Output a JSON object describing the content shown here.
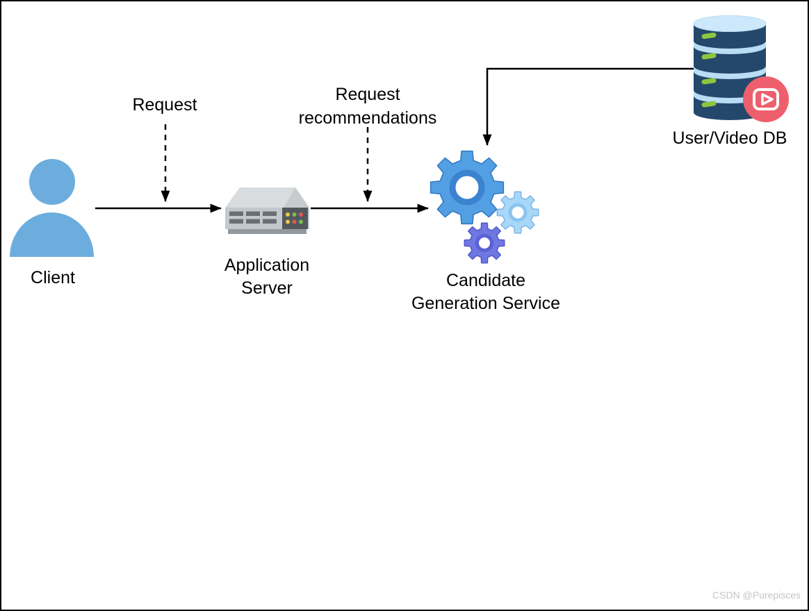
{
  "page": {
    "type": "architecture-diagram",
    "background": "#ffffff"
  },
  "nodes": {
    "client": {
      "label": "Client",
      "icon": "person-icon"
    },
    "app_server": {
      "label": "Application Server",
      "icon": "server-icon"
    },
    "candidate_service": {
      "label": "Candidate Generation Service",
      "icon": "gears-icon"
    },
    "user_video_db": {
      "label": "User/Video DB",
      "icon": "database-video-icon"
    }
  },
  "edges": {
    "client_to_server": {
      "type": "solid-arrow-right"
    },
    "server_to_service": {
      "type": "solid-arrow-right"
    },
    "db_to_service": {
      "type": "elbow-arrow-down"
    },
    "request_annotation": {
      "label": "Request",
      "type": "dashed-arrow-down"
    },
    "recommendations_annotation": {
      "label": "Request recommendations",
      "type": "dashed-arrow-down"
    }
  },
  "watermark": "CSDN @Purepisces",
  "colors": {
    "background": "#ffffff",
    "border_black": "#000000",
    "line_black": "#000000",
    "text_black": "#000000",
    "watermark_gray": "#c4c4c4",
    "person_blue": "#6cadde",
    "gear_blue": "#539fe3",
    "gear_blue_dark": "#3b82cf",
    "gear_blue_stroke": "#2e76c2",
    "gear_light": "#a8d7f8",
    "gear_light_dark": "#8ac4ef",
    "gear_light_stroke": "#7ab5e6",
    "gear_purple": "#6f77e0",
    "gear_purple_dark": "#5a61d6",
    "gear_purple_stroke": "#4f57cc",
    "server_top": "#d8dcdf",
    "server_top_shade": "#c6cbcf",
    "server_front": "#c3c8cc",
    "server_panel": "#53585d",
    "server_slot": "#696f74",
    "server_base": "#939a9f",
    "dot_yellow": "#e8c94d",
    "dot_green": "#77c14f",
    "dot_red": "#df5858",
    "db_navy": "#24486c",
    "db_band": "#b9ddf4",
    "db_top": "#cde8fa",
    "db_green": "#8dc63f",
    "badge_red": "#ee5f6d"
  }
}
